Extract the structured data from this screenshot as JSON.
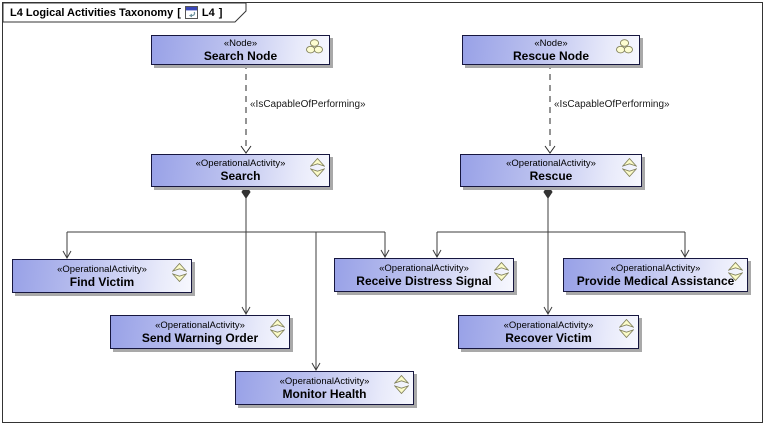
{
  "frame": {
    "title": "L4 Logical Activities Taxonomy",
    "bracket_open": "[",
    "diagram_ref": "L4",
    "bracket_close": "]"
  },
  "boxes": [
    {
      "stereotype": "«Node»",
      "name": "Search Node",
      "icon": "node-cluster-icon"
    },
    {
      "stereotype": "«Node»",
      "name": "Rescue Node",
      "icon": "node-cluster-icon"
    },
    {
      "stereotype": "«OperationalActivity»",
      "name": "Search",
      "icon": "operational-activity-icon"
    },
    {
      "stereotype": "«OperationalActivity»",
      "name": "Rescue",
      "icon": "operational-activity-icon"
    },
    {
      "stereotype": "«OperationalActivity»",
      "name": "Find Victim",
      "icon": "operational-activity-icon"
    },
    {
      "stereotype": "«OperationalActivity»",
      "name": "Receive Distress Signal",
      "icon": "operational-activity-icon"
    },
    {
      "stereotype": "«OperationalActivity»",
      "name": "Provide Medical Assistance",
      "icon": "operational-activity-icon"
    },
    {
      "stereotype": "«OperationalActivity»",
      "name": "Send Warning Order",
      "icon": "operational-activity-icon"
    },
    {
      "stereotype": "«OperationalActivity»",
      "name": "Recover Victim",
      "icon": "operational-activity-icon"
    },
    {
      "stereotype": "«OperationalActivity»",
      "name": "Monitor Health",
      "icon": "operational-activity-icon"
    }
  ],
  "connectors": {
    "search_is_capable_label": "«IsCapableOfPerforming»",
    "rescue_is_capable_label": "«IsCapableOfPerforming»"
  },
  "colors": {
    "box_fill_dark": "#98a1e7",
    "box_fill_light": "#f7f8fe",
    "box_border": "#16163f",
    "box_shadow": "#a9a9a9",
    "tree_line": "#3d3d3d",
    "dashed_line": "#2a2a2a",
    "icon_yellow": "#fbfbc8",
    "icon_outline": "#82825c",
    "tab_icon_band": "#3947b8",
    "frame_border": "#343434"
  }
}
